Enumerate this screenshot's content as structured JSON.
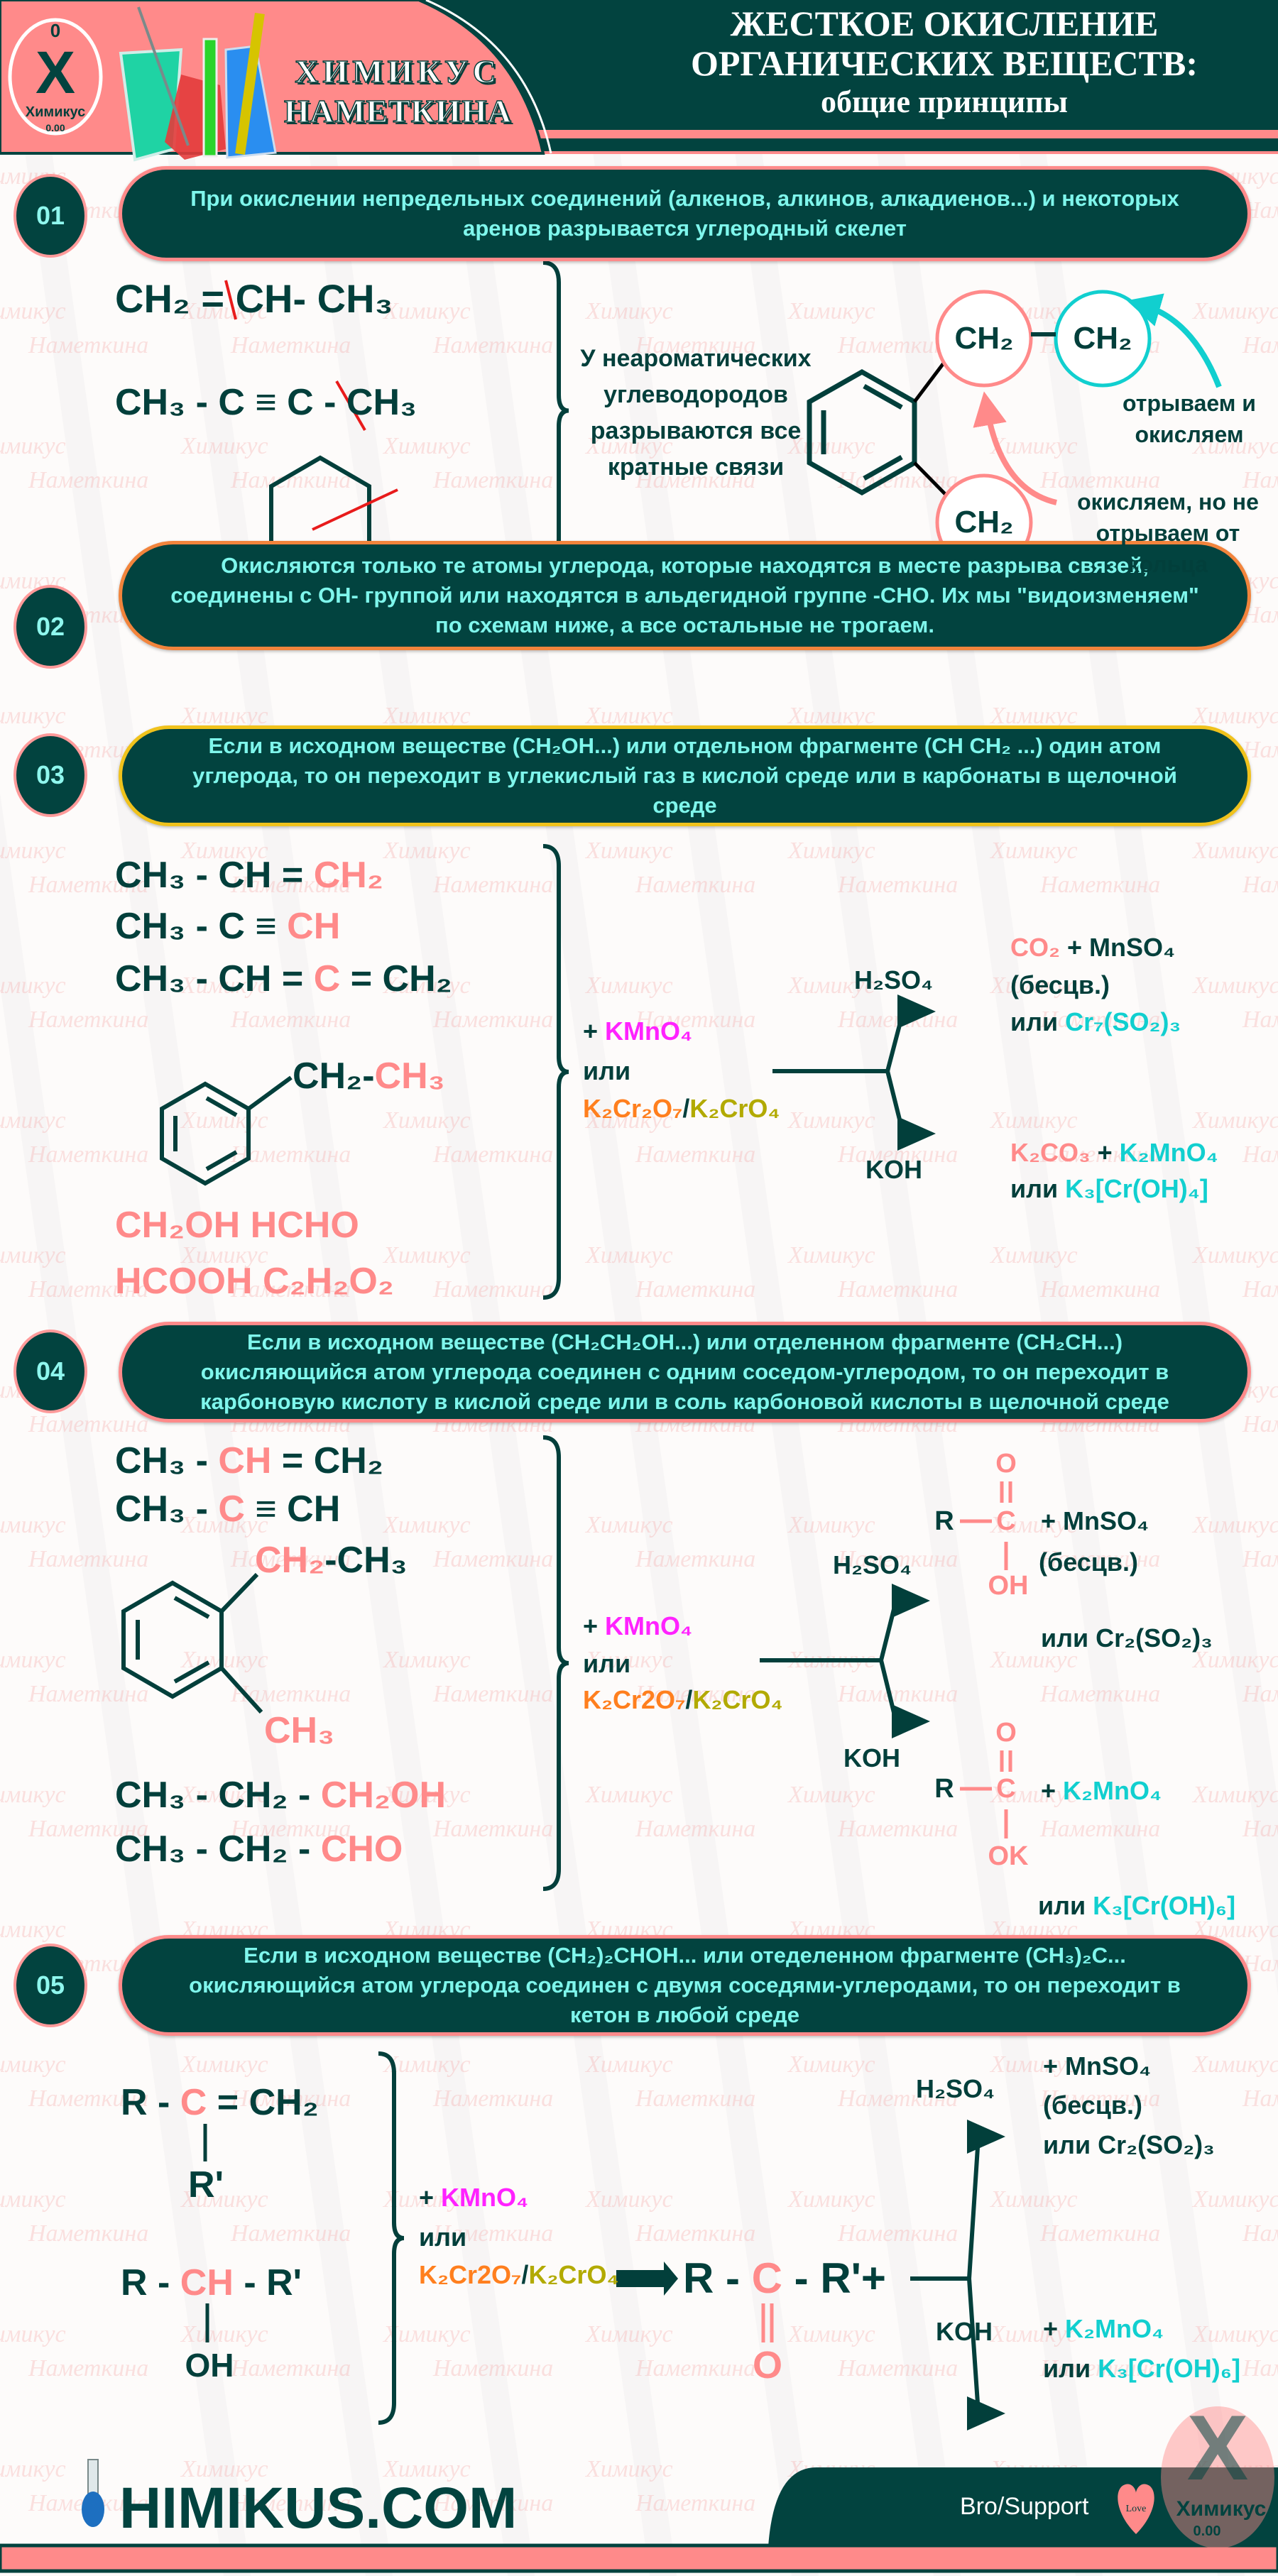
{
  "colors": {
    "teal": "#02433f",
    "pink": "#ff8a8a",
    "cyan": "#11cfcf",
    "magenta": "#ff22ff",
    "orange": "#ff7f1e",
    "olive": "#b2aa00",
    "pill_text": "#7ff6ec"
  },
  "watermark": [
    "Химикус",
    "Наметкина"
  ],
  "header": {
    "logo_top": "0",
    "logo_letter": "X",
    "logo_name": "Химикус",
    "logo_value": "0.00",
    "brand_line1": "ХИМИКУС",
    "brand_line2": "НАМЕТКИНА",
    "title_lines": [
      "ЖЕСТКОЕ ОКИСЛЕНИЕ",
      "ОРГАНИЧЕСКИХ ВЕЩЕСТВ:",
      "общие принципы"
    ]
  },
  "sections": [
    {
      "number": "01",
      "text_lines": [
        "При окислении непредельных соединений (алкенов, алкинов, алкадиенов...) и некоторых",
        "аренов разрывается углеродный скелет"
      ]
    },
    {
      "number": "02",
      "text_lines": [
        "Окисляются только те атомы углерода, которые находятся в месте разрыва связей,",
        "соединены с OH- группой или находятся в альдегидной группе -CHO. Их мы \"видоизменяем\"",
        "по схемам ниже, а все остальные не трогаем."
      ]
    },
    {
      "number": "03",
      "text_lines": [
        "Если в исходном веществе (CH₂OH...) или отдельном фрагменте (CH CH₂ ...) один атом",
        "углерода, то он переходит в углекислый газ в кислой среде или в карбонаты в щелочной",
        "среде"
      ]
    },
    {
      "number": "04",
      "text_lines": [
        "Если в исходном веществе (CH₂CH₂OH...) или отделенном фрагменте (CH₂CH...)",
        "окисляющийся атом углерода соединен с одним соседом-углеродом, то он переходит в",
        "карбоновую кислоту в кислой среде или в соль карбоновой кислоты в щелочной среде"
      ]
    },
    {
      "number": "05",
      "text_lines": [
        "Если в исходном веществе (CH₂)₂CHOH... или отеделенном фрагменте (CH₃)₂C...",
        "окисляющийся атом углерода соединен с двумя соседями-углеродами, то он переходит в",
        "кетон в любой среде"
      ]
    }
  ],
  "s1": {
    "alkene": [
      [
        "CH₂ = CH- CH₃",
        "d"
      ]
    ],
    "alkyne": [
      [
        "CH₃ - C  ≡  C - CH₃",
        "d"
      ]
    ],
    "note_lines": [
      "У неароматических",
      "углеводородов",
      "разрываются все",
      "кратные связи"
    ],
    "ch2": "CH₂",
    "label_cyan": [
      "отрываем и",
      "окисляем"
    ],
    "label_pink": [
      "окисляем, но не",
      "отрываем от",
      "кольца"
    ]
  },
  "s3": {
    "f1": [
      [
        "CH₃ - CH = ",
        "d"
      ],
      [
        "CH₂",
        "p"
      ]
    ],
    "f2": [
      [
        "CH₃ - C ≡ ",
        "d"
      ],
      [
        "CH",
        "p"
      ]
    ],
    "f3": [
      [
        "CH₃ - CH = ",
        "d"
      ],
      [
        "C",
        "p"
      ],
      [
        " = CH₂",
        "d"
      ]
    ],
    "toluene": [
      [
        "CH₂-",
        "d"
      ],
      [
        "CH₃",
        "p"
      ]
    ],
    "f5": [
      [
        "CH₂OH HCHO",
        "p"
      ]
    ],
    "f6": [
      [
        "HCOOH C₂H₂O₂",
        "p"
      ]
    ],
    "r1": [
      [
        "+ ",
        "d"
      ],
      [
        "KMnO₄",
        "m"
      ]
    ],
    "r2": [
      [
        "или",
        "d"
      ]
    ],
    "r3": [
      [
        "K₂Cr₂O₇",
        "o"
      ],
      [
        "/",
        "d"
      ],
      [
        "K₂CrO₄",
        "y"
      ]
    ],
    "acid": "H₂SO₄",
    "base": "KOH",
    "p1": [
      [
        "CO₂",
        "p"
      ],
      [
        " + MnSO₄",
        "d"
      ]
    ],
    "p2": [
      [
        "(бесцв.)",
        "d"
      ]
    ],
    "p3": [
      [
        "или ",
        "d"
      ],
      [
        "Cr₇(SO₂)₃",
        "c"
      ]
    ],
    "p4": [
      [
        "K₂CO₃",
        "p"
      ],
      [
        " + ",
        "d"
      ],
      [
        "K₂MnO₄",
        "c"
      ]
    ],
    "p5": [
      [
        "или ",
        "d"
      ],
      [
        "K₃[Cr(OH)₄]",
        "c"
      ]
    ]
  },
  "s4": {
    "f1": [
      [
        "CH₃ - ",
        "d"
      ],
      [
        "CH",
        "p"
      ],
      [
        " = CH₂",
        "d"
      ]
    ],
    "f2": [
      [
        "CH₃ - ",
        "d"
      ],
      [
        "C",
        "p"
      ],
      [
        " ≡ CH",
        "d"
      ]
    ],
    "sub1": [
      [
        "CH₂",
        "p"
      ],
      [
        "-CH₃",
        "d"
      ]
    ],
    "sub2": [
      [
        "CH₃",
        "p"
      ]
    ],
    "f3": [
      [
        "CH₃ - CH₂ - ",
        "d"
      ],
      [
        "CH₂OH",
        "p"
      ]
    ],
    "f4": [
      [
        "CH₃ - CH₂ - ",
        "d"
      ],
      [
        "CHO",
        "p"
      ]
    ],
    "r1": [
      [
        "+ ",
        "d"
      ],
      [
        "KMnO₄",
        "m"
      ]
    ],
    "r2": [
      [
        "или",
        "d"
      ]
    ],
    "r3": [
      [
        "K₂Cr2O₇",
        "o"
      ],
      [
        "/",
        "d"
      ],
      [
        "K₂CrO₄",
        "y"
      ]
    ],
    "acid": "H₂SO₄",
    "base": "KOH",
    "R": "R",
    "C": "C",
    "O": "O",
    "OH": "OH",
    "OK": "OK",
    "p1": [
      [
        "+ MnSO₄",
        "d"
      ]
    ],
    "p2": [
      [
        "(бесцв.)",
        "d"
      ]
    ],
    "p3": [
      [
        "или Cr₂(SO₂)₃",
        "d"
      ]
    ],
    "p4": [
      [
        "+ ",
        "d"
      ],
      [
        "K₂MnO₄",
        "c"
      ]
    ],
    "p5": [
      [
        "или ",
        "d"
      ],
      [
        "K₃[Cr(OH)₆]",
        "c"
      ]
    ]
  },
  "s5": {
    "f1": [
      [
        "R - ",
        "d"
      ],
      [
        "C",
        "p"
      ],
      [
        " = CH₂",
        "d"
      ]
    ],
    "f1_sub": "R'",
    "f2": [
      [
        "R - ",
        "d"
      ],
      [
        "CH",
        "p"
      ],
      [
        " - R'",
        "d"
      ]
    ],
    "f2_sub": "OH",
    "r1": [
      [
        "+ ",
        "d"
      ],
      [
        "KMnO₄",
        "m"
      ]
    ],
    "r2": [
      [
        "или",
        "d"
      ]
    ],
    "r3": [
      [
        "K₂Cr2O₇",
        "o"
      ],
      [
        "/",
        "d"
      ],
      [
        "K₂CrO₄",
        "y"
      ]
    ],
    "product": [
      [
        "R - ",
        "d"
      ],
      [
        "C",
        "p"
      ],
      [
        " - R'+",
        "d"
      ]
    ],
    "product_O": "O",
    "acid": "H₂SO₄",
    "base": "KOH",
    "p1": [
      [
        "+ MnSO₄",
        "d"
      ]
    ],
    "p2": [
      [
        "(бесцв.)",
        "d"
      ]
    ],
    "p3": [
      [
        "или Cr₂(SO₂)₃",
        "d"
      ]
    ],
    "p4": [
      [
        "+ ",
        "d"
      ],
      [
        "K₂MnO₄",
        "c"
      ]
    ],
    "p5": [
      [
        "или ",
        "d"
      ],
      [
        "K₃[Cr(OH)₆]",
        "c"
      ]
    ]
  },
  "footer": {
    "site": "HIMIKUS.COM",
    "support": "Bro/Support",
    "heart_text": "Love",
    "logo_name": "Химикус",
    "logo_value": "0.00"
  }
}
